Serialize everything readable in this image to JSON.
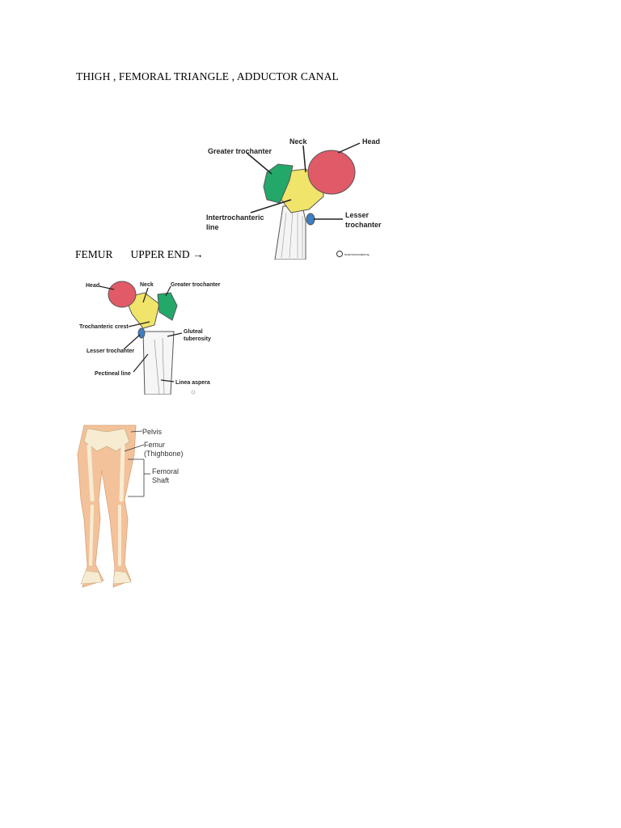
{
  "document": {
    "heading": "THIGH , FEMORAL TRIANGLE , ADDUCTOR CANAL",
    "femur_label": "FEMUR",
    "upper_end_label": "UPPER END",
    "arrow": "→"
  },
  "figure_anterior": {
    "labels": {
      "neck": "Neck",
      "head": "Head",
      "greater_trochanter": "Greater trochanter",
      "intertrochanteric_line_1": "Intertrochanteric",
      "intertrochanteric_line_2": "line",
      "lesser_trochanter_1": "Lesser",
      "lesser_trochanter_2": "trochanter",
      "watermark": "teachmeanatomy"
    },
    "colors": {
      "head": "#e05a68",
      "neck": "#f0e46a",
      "greater_trochanter": "#23a86a",
      "lesser_trochanter": "#3b7fc4"
    }
  },
  "figure_posterior": {
    "labels": {
      "head": "Head",
      "neck": "Neck",
      "greater_trochanter": "Greater trochanter",
      "trochanteric_crest": "Trochanteric crest",
      "gluteal_tuberosity_1": "Gluteal",
      "gluteal_tuberosity_2": "tuberosity",
      "lesser_trochanter": "Lesser trochanter",
      "pectineal_line": "Pectineal line",
      "linea_aspera": "Linea aspera"
    }
  },
  "figure_body": {
    "labels": {
      "pelvis": "Pelvis",
      "femur_1": "Femur",
      "femur_2": "(Thighbone)",
      "femoral_1": "Femoral",
      "femoral_2": "Shaft"
    },
    "colors": {
      "skin": "#f3c29a",
      "bone": "#f7ecd2"
    }
  }
}
